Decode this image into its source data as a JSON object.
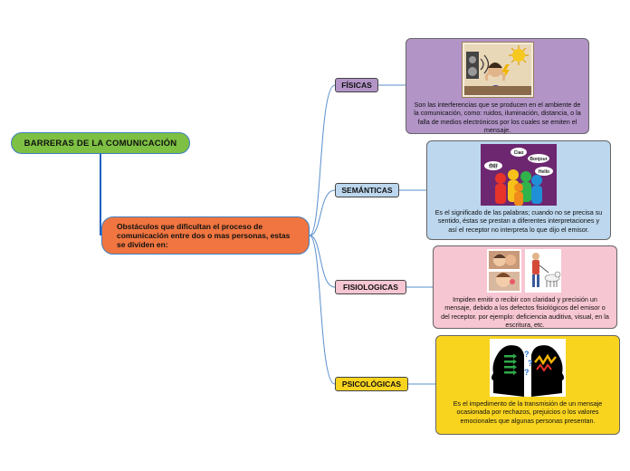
{
  "root": {
    "label": "BARRERAS DE LA COMUNICACIÓN"
  },
  "hub": {
    "label": "Obstáculos que dificultan el proceso de comunicación entre dos o mas personas, estas se dividen en:"
  },
  "branches": [
    {
      "label": "FÍSICAS",
      "description": "Son las interferencias que se producen en el ambiente de la comunicación, como: ruidos, iluminación, distancia, o la falla de medios electrónicos por los cuales se emiten el mensaje."
    },
    {
      "label": "SEMÁNTICAS",
      "description": "Es el significado de las palabras; cuando no se precisa su sentido, éstas se prestan a diferentes interpretaciones y así el receptor no interpreta lo que dijo el emisor.",
      "image_words": [
        "Ciao",
        "Bonjour",
        "你好",
        "Hello"
      ]
    },
    {
      "label": "FISIOLOGICAS",
      "description": "Impiden emitir o recibir con claridad y precisión un mensaje, debido a los defectos fisiológicos del emisor o del receptor. por ejemplo:  deficiencia auditiva, visual, en la escritura, etc."
    },
    {
      "label": "PSICOLÓGICAS",
      "description": "Es el impedimento de la transmisión de un mensaje ocasionada por rechazos, prejuicios o los valores emocionales que algunas personas presentan."
    }
  ],
  "colors": {
    "root_fill": "#7dc043",
    "hub_fill": "#f07540",
    "outline": "#3f7fbf",
    "fisicas": "#b294c7",
    "semanticas": "#bcd7ee",
    "fisiologicas": "#f7c6d3",
    "psicologicas": "#f9d41f"
  }
}
